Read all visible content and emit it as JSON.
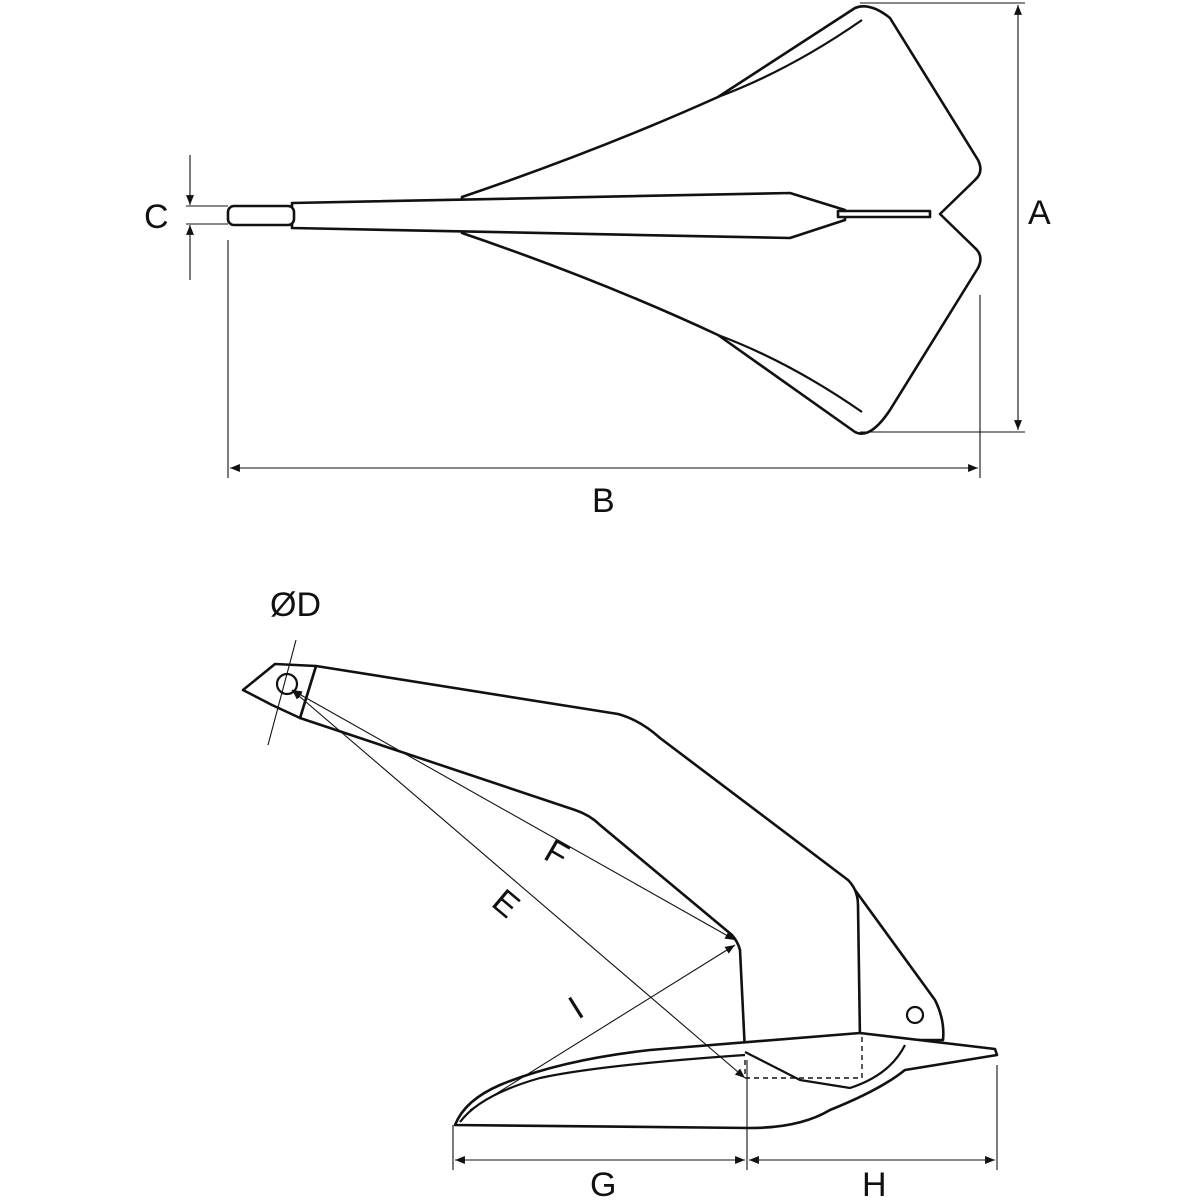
{
  "title": "Anchor dimension drawing",
  "labels": {
    "a": "A",
    "b": "B",
    "c": "C",
    "d": "ØD",
    "e": "E",
    "f": "F",
    "g": "G",
    "h": "H",
    "i": "I"
  }
}
